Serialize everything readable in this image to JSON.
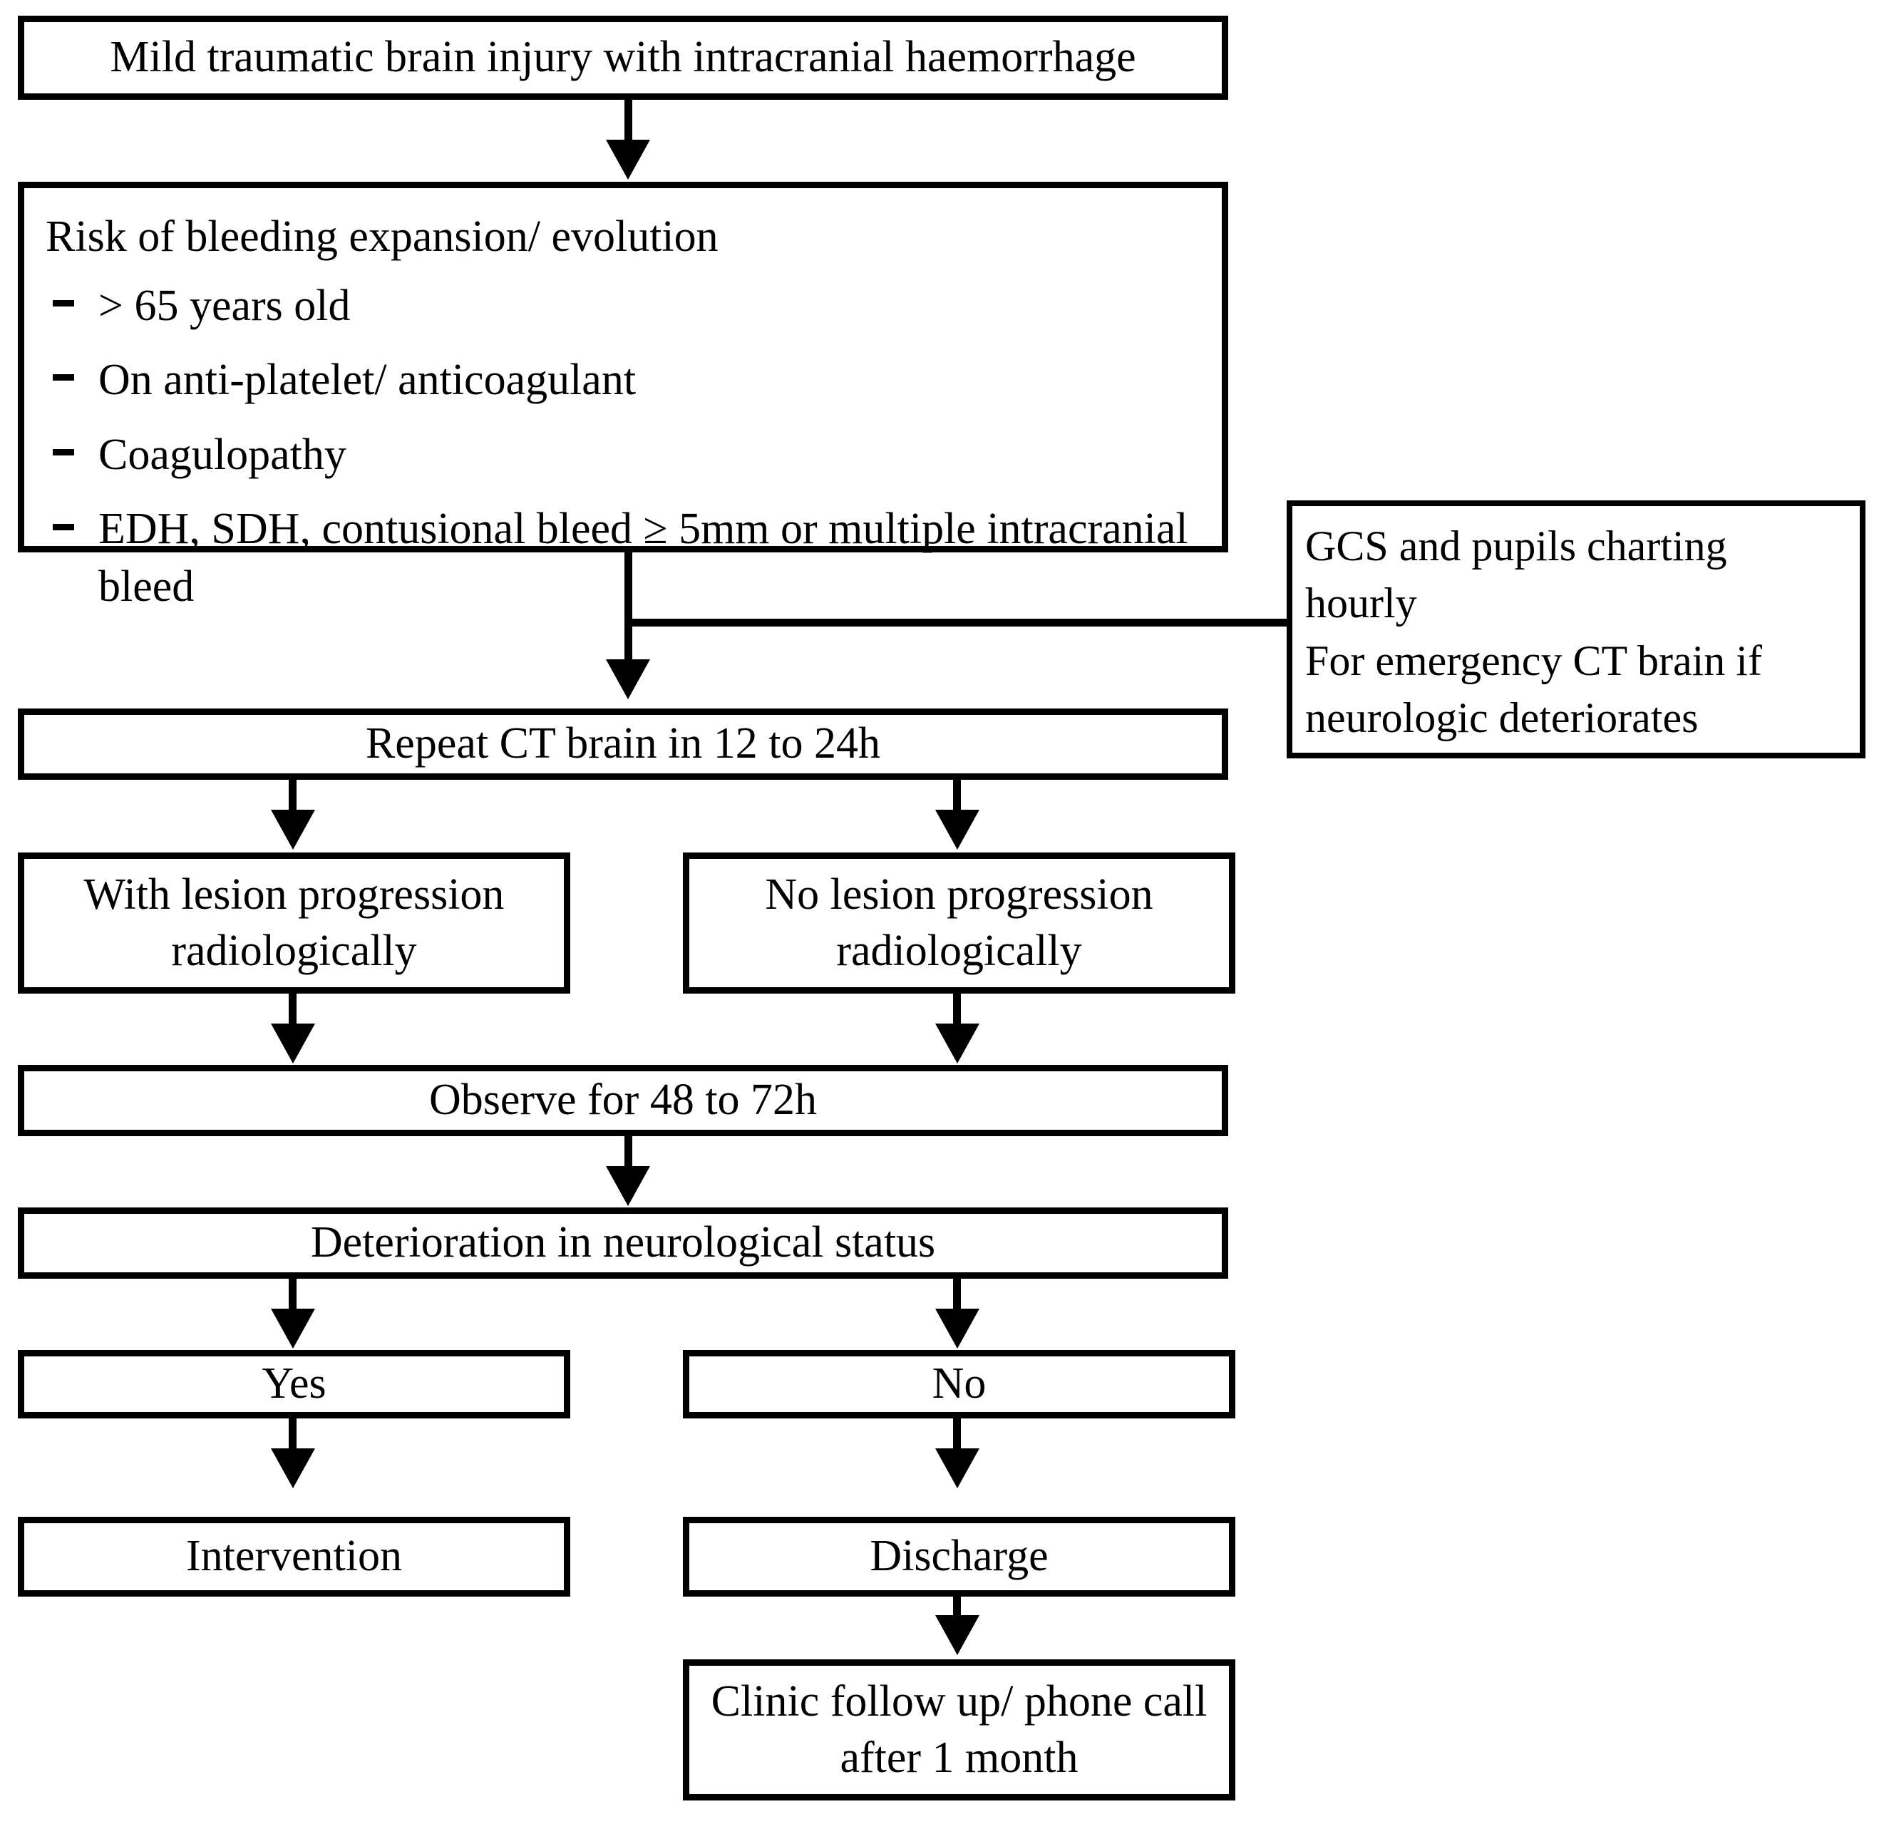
{
  "figure": {
    "kind": "clinical-management-flowchart",
    "title_text": "Mild traumatic brain injury with intracranial haemorrhage"
  },
  "nodes": {
    "start": {
      "label": "Mild traumatic brain injury with intracranial haemorrhage"
    },
    "risk": {
      "heading": "Risk of bleeding expansion/ evolution",
      "items": [
        "> 65 years old",
        "On anti-platelet/ anticoagulant",
        "Coagulopathy",
        "EDH, SDH, contusional bleed ≥ 5mm or multiple intracranial bleed"
      ]
    },
    "monitoring_note": {
      "line1": "GCS and pupils charting hourly",
      "line2": "For emergency CT brain if neurologic deteriorates"
    },
    "repeat_ct": {
      "label": "Repeat CT brain in 12 to 24h"
    },
    "with_progression": {
      "label": "With lesion progression radiologically"
    },
    "no_progression": {
      "label": "No lesion progression radiologically"
    },
    "observe": {
      "label": "Observe for 48 to 72h"
    },
    "deterioration": {
      "label": "Deterioration in neurological status"
    },
    "yes": {
      "label": "Yes"
    },
    "no": {
      "label": "No"
    },
    "intervention": {
      "label": "Intervention"
    },
    "discharge": {
      "label": "Discharge"
    },
    "follow_up": {
      "label": "Clinic follow up/ phone call after 1 month"
    }
  },
  "colors": {
    "stroke": "#000000",
    "background": "#ffffff",
    "text": "#000000"
  }
}
